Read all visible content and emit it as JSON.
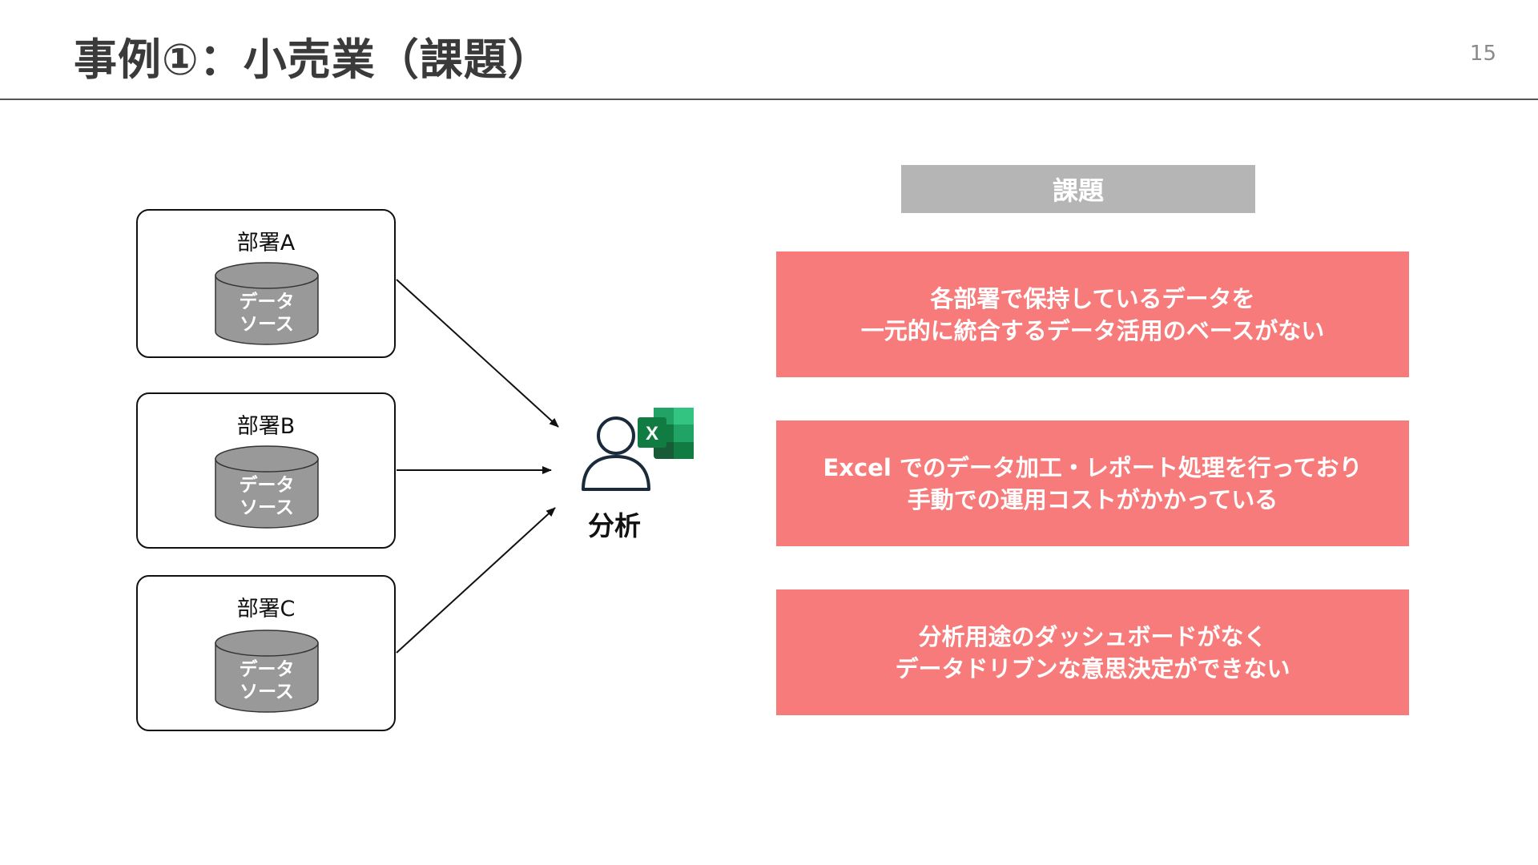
{
  "slide": {
    "title": "事例①：小売業（課題）",
    "page_number": "15"
  },
  "departments": [
    {
      "label": "部署A",
      "db_line1": "データ",
      "db_line2": "ソース"
    },
    {
      "label": "部署B",
      "db_line1": "データ",
      "db_line2": "ソース"
    },
    {
      "label": "部署C",
      "db_line1": "データ",
      "db_line2": "ソース"
    }
  ],
  "analysis": {
    "label": "分析",
    "person_icon": "user-icon",
    "app_icon": "excel-icon",
    "excel_letter": "X"
  },
  "issues": {
    "header": "課題",
    "items": [
      {
        "line1": "各部署で保持しているデータを",
        "line2": "一元的に統合するデータ活用のベースがない"
      },
      {
        "line1": "Excel でのデータ加工・レポート処理を行っており",
        "line2": "手動での運用コストがかかっている"
      },
      {
        "line1": "分析用途のダッシュボードがなく",
        "line2": "データドリブンな意思決定ができない"
      }
    ]
  },
  "colors": {
    "issue_card": "#f87b7b",
    "issues_header": "#b5b5b5",
    "database": "#999999",
    "excel_green": "#107c41"
  }
}
